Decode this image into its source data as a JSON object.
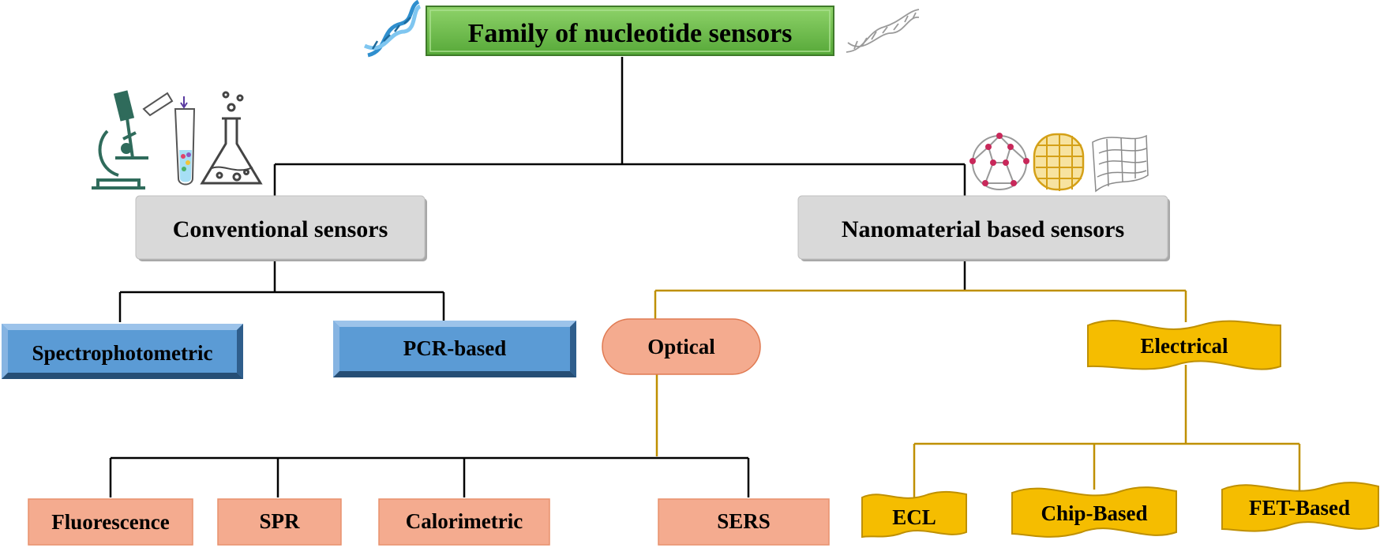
{
  "root": {
    "label": "Family of nucleotide sensors"
  },
  "conventional": {
    "label": "Conventional sensors",
    "children": [
      {
        "label": "Spectrophotometric"
      },
      {
        "label": "PCR-based"
      }
    ]
  },
  "nanomaterial": {
    "label": "Nanomaterial based sensors",
    "optical": {
      "label": "Optical",
      "children": [
        {
          "label": "Fluorescence"
        },
        {
          "label": "SPR"
        },
        {
          "label": "Calorimetric"
        },
        {
          "label": "SERS"
        }
      ]
    },
    "electrical": {
      "label": "Electrical",
      "children": [
        {
          "label": "ECL"
        },
        {
          "label": "Chip-Based"
        },
        {
          "label": "FET-Based"
        }
      ]
    }
  },
  "icons": [
    "dna-helix-icon",
    "dna-helix-sketch-icon",
    "microscope-icon",
    "test-tube-icon",
    "flask-icon",
    "fullerene-icon",
    "nanotube-icon",
    "graphene-sheet-icon"
  ],
  "colors": {
    "root_fill": "#6cbf47",
    "gray_fill": "#d7d7d7",
    "blue_fill": "#5b9bd5",
    "salmon_fill": "#f4ab8f",
    "gold_fill": "#f5bd00",
    "gold_line": "#bf9000",
    "black_line": "#000000"
  }
}
